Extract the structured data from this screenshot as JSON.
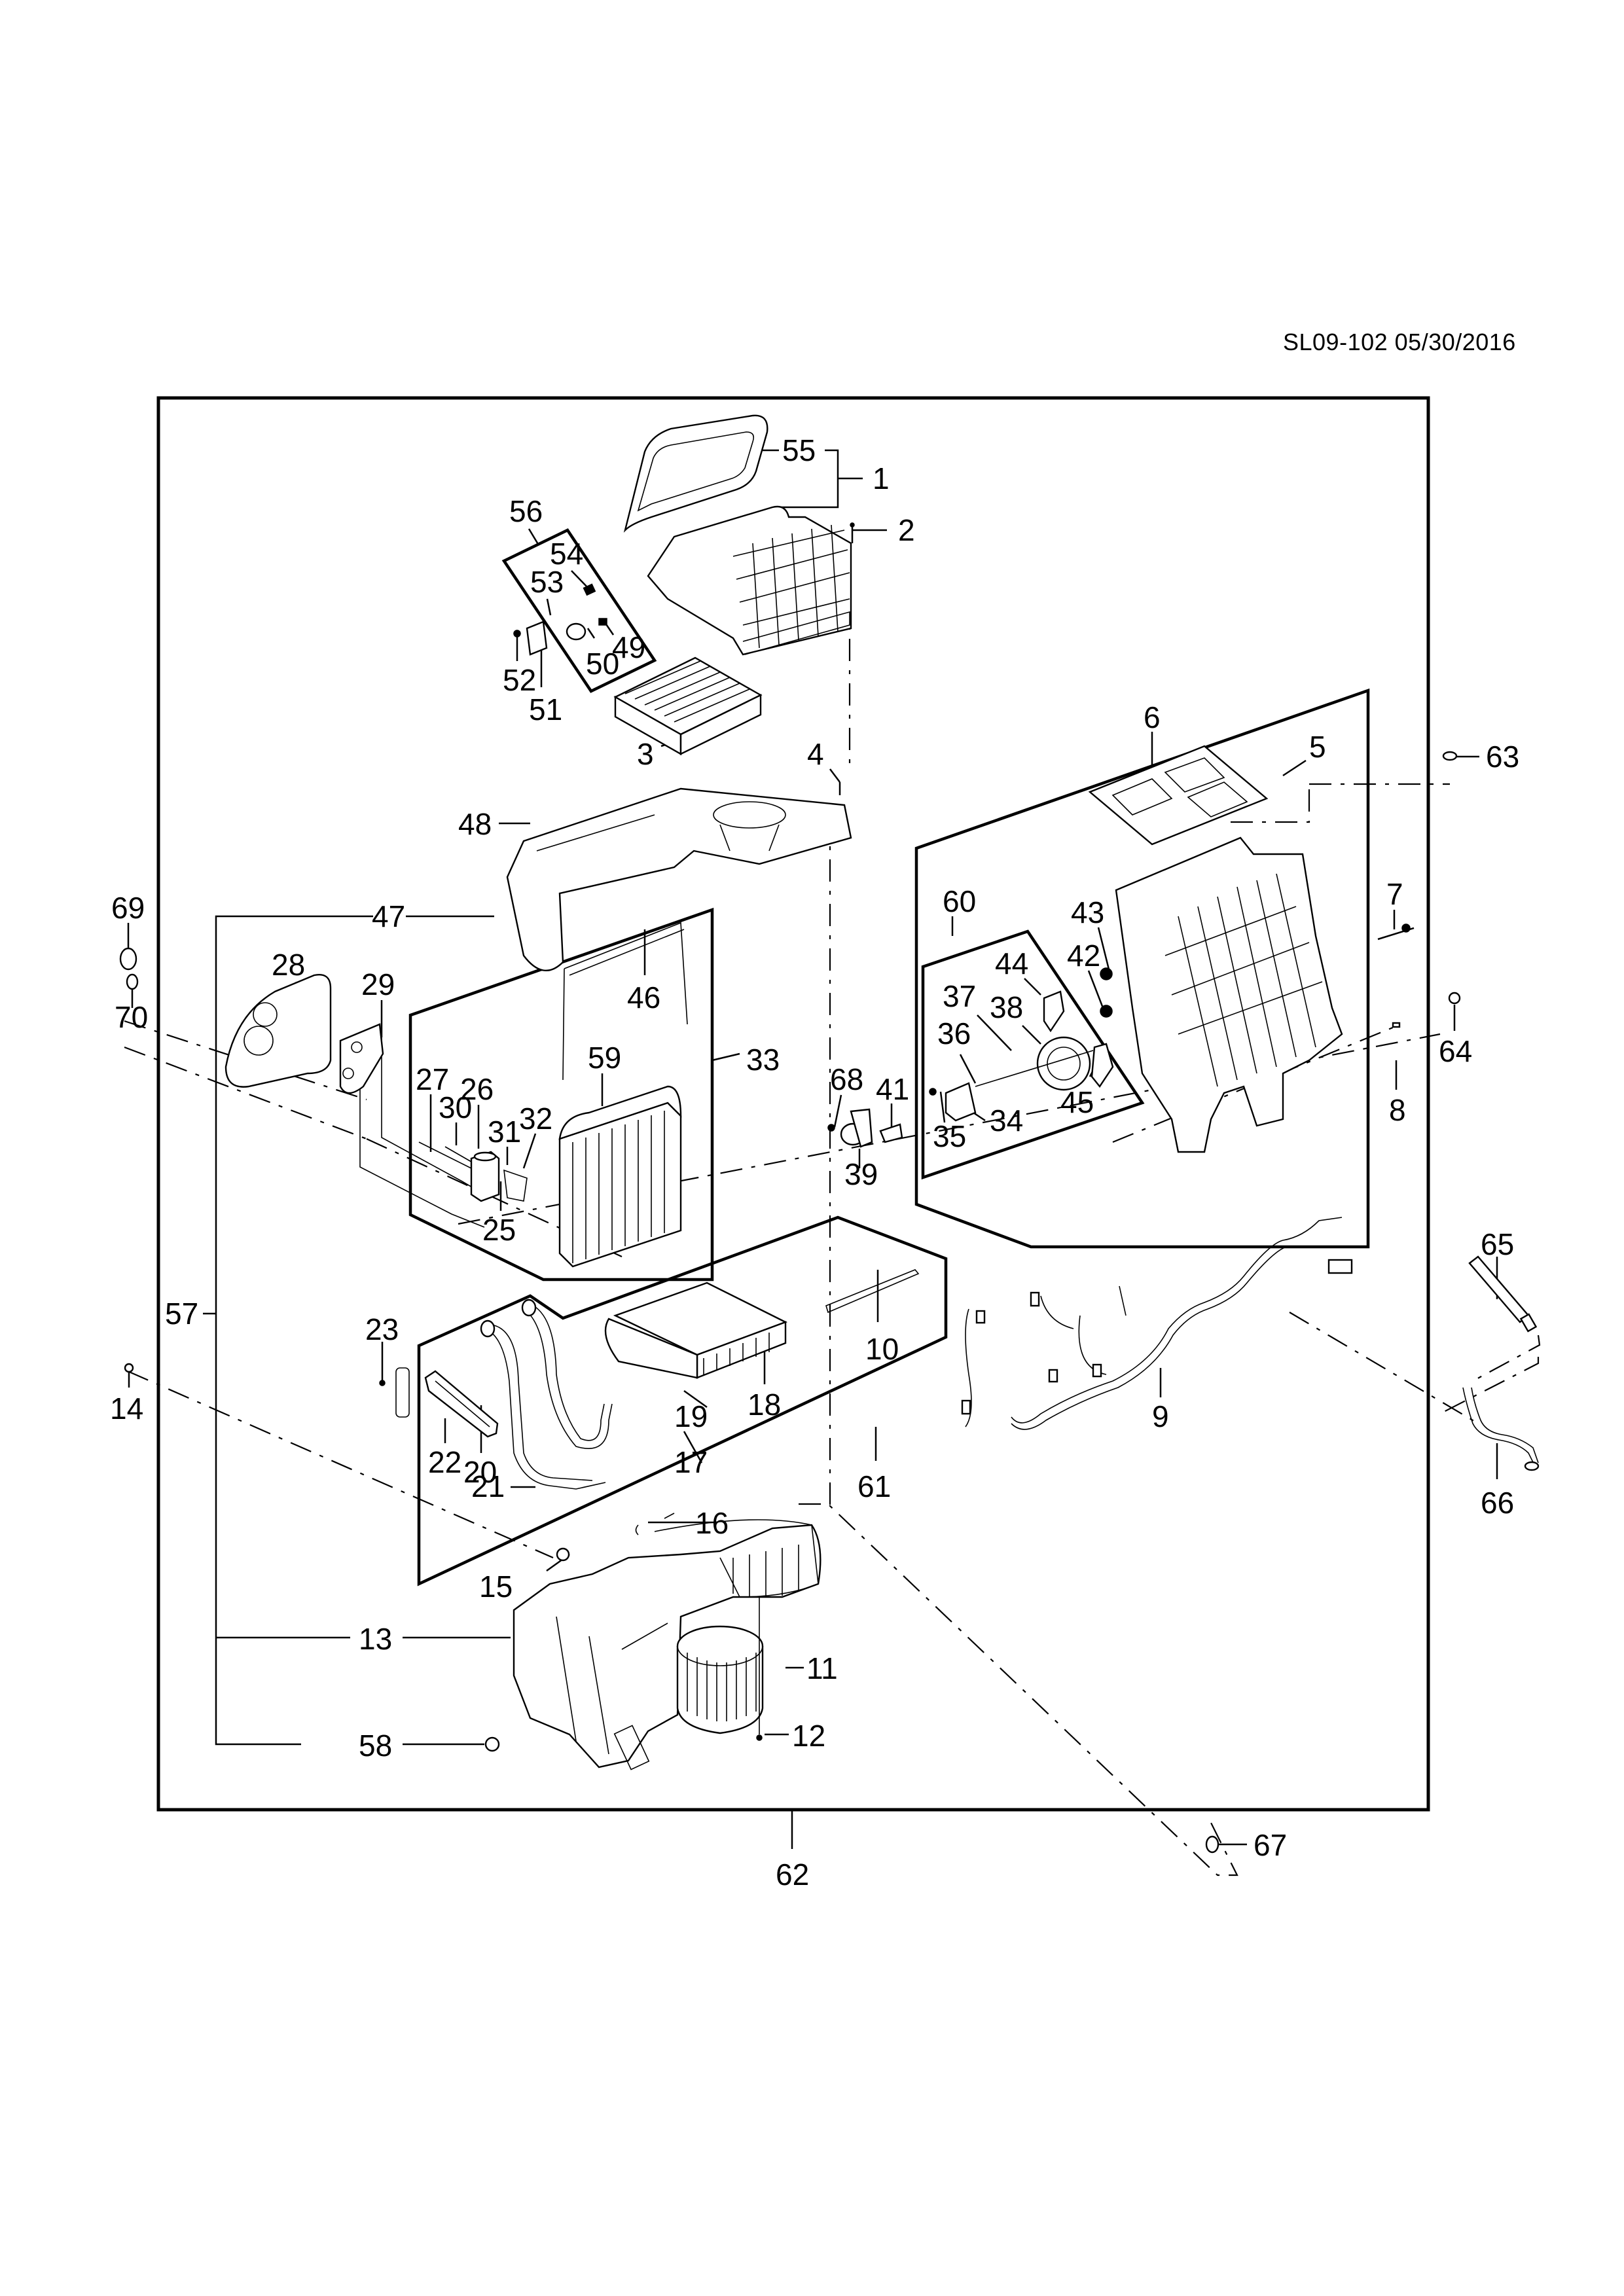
{
  "document": {
    "code": "SL09-102",
    "date": "05/30/2016"
  },
  "diagram": {
    "type": "exploded parts diagram",
    "subject": "HVAC module assembly",
    "frame_callout": "62",
    "callouts": [
      {
        "id": "c1",
        "label": "1"
      },
      {
        "id": "c2",
        "label": "2"
      },
      {
        "id": "c3",
        "label": "3"
      },
      {
        "id": "c4",
        "label": "4"
      },
      {
        "id": "c5",
        "label": "5"
      },
      {
        "id": "c6",
        "label": "6"
      },
      {
        "id": "c7",
        "label": "7"
      },
      {
        "id": "c8",
        "label": "8"
      },
      {
        "id": "c9",
        "label": "9"
      },
      {
        "id": "c10",
        "label": "10"
      },
      {
        "id": "c11",
        "label": "11"
      },
      {
        "id": "c12",
        "label": "12"
      },
      {
        "id": "c13",
        "label": "13"
      },
      {
        "id": "c14",
        "label": "14"
      },
      {
        "id": "c15",
        "label": "15"
      },
      {
        "id": "c16",
        "label": "16"
      },
      {
        "id": "c17",
        "label": "17"
      },
      {
        "id": "c18",
        "label": "18"
      },
      {
        "id": "c19",
        "label": "19"
      },
      {
        "id": "c20",
        "label": "20"
      },
      {
        "id": "c21",
        "label": "21"
      },
      {
        "id": "c22",
        "label": "22"
      },
      {
        "id": "c23",
        "label": "23"
      },
      {
        "id": "c25",
        "label": "25"
      },
      {
        "id": "c26",
        "label": "26"
      },
      {
        "id": "c27",
        "label": "27"
      },
      {
        "id": "c28",
        "label": "28"
      },
      {
        "id": "c29",
        "label": "29"
      },
      {
        "id": "c30",
        "label": "30"
      },
      {
        "id": "c31",
        "label": "31"
      },
      {
        "id": "c32",
        "label": "32"
      },
      {
        "id": "c33",
        "label": "33"
      },
      {
        "id": "c34",
        "label": "34"
      },
      {
        "id": "c35",
        "label": "35"
      },
      {
        "id": "c36",
        "label": "36"
      },
      {
        "id": "c37",
        "label": "37"
      },
      {
        "id": "c38",
        "label": "38"
      },
      {
        "id": "c39",
        "label": "39"
      },
      {
        "id": "c41",
        "label": "41"
      },
      {
        "id": "c42",
        "label": "42"
      },
      {
        "id": "c43",
        "label": "43"
      },
      {
        "id": "c44",
        "label": "44"
      },
      {
        "id": "c45",
        "label": "45"
      },
      {
        "id": "c46",
        "label": "46"
      },
      {
        "id": "c47",
        "label": "47"
      },
      {
        "id": "c48",
        "label": "48"
      },
      {
        "id": "c49",
        "label": "49"
      },
      {
        "id": "c50",
        "label": "50"
      },
      {
        "id": "c51",
        "label": "51"
      },
      {
        "id": "c52",
        "label": "52"
      },
      {
        "id": "c53",
        "label": "53"
      },
      {
        "id": "c54",
        "label": "54"
      },
      {
        "id": "c55",
        "label": "55"
      },
      {
        "id": "c56",
        "label": "56"
      },
      {
        "id": "c57",
        "label": "57"
      },
      {
        "id": "c58",
        "label": "58"
      },
      {
        "id": "c59",
        "label": "59"
      },
      {
        "id": "c60",
        "label": "60"
      },
      {
        "id": "c61",
        "label": "61"
      },
      {
        "id": "c62",
        "label": "62"
      },
      {
        "id": "c63",
        "label": "63"
      },
      {
        "id": "c64",
        "label": "64"
      },
      {
        "id": "c65",
        "label": "65"
      },
      {
        "id": "c66",
        "label": "66"
      },
      {
        "id": "c67",
        "label": "67"
      },
      {
        "id": "c68",
        "label": "68"
      },
      {
        "id": "c69",
        "label": "69"
      },
      {
        "id": "c70",
        "label": "70"
      }
    ]
  }
}
